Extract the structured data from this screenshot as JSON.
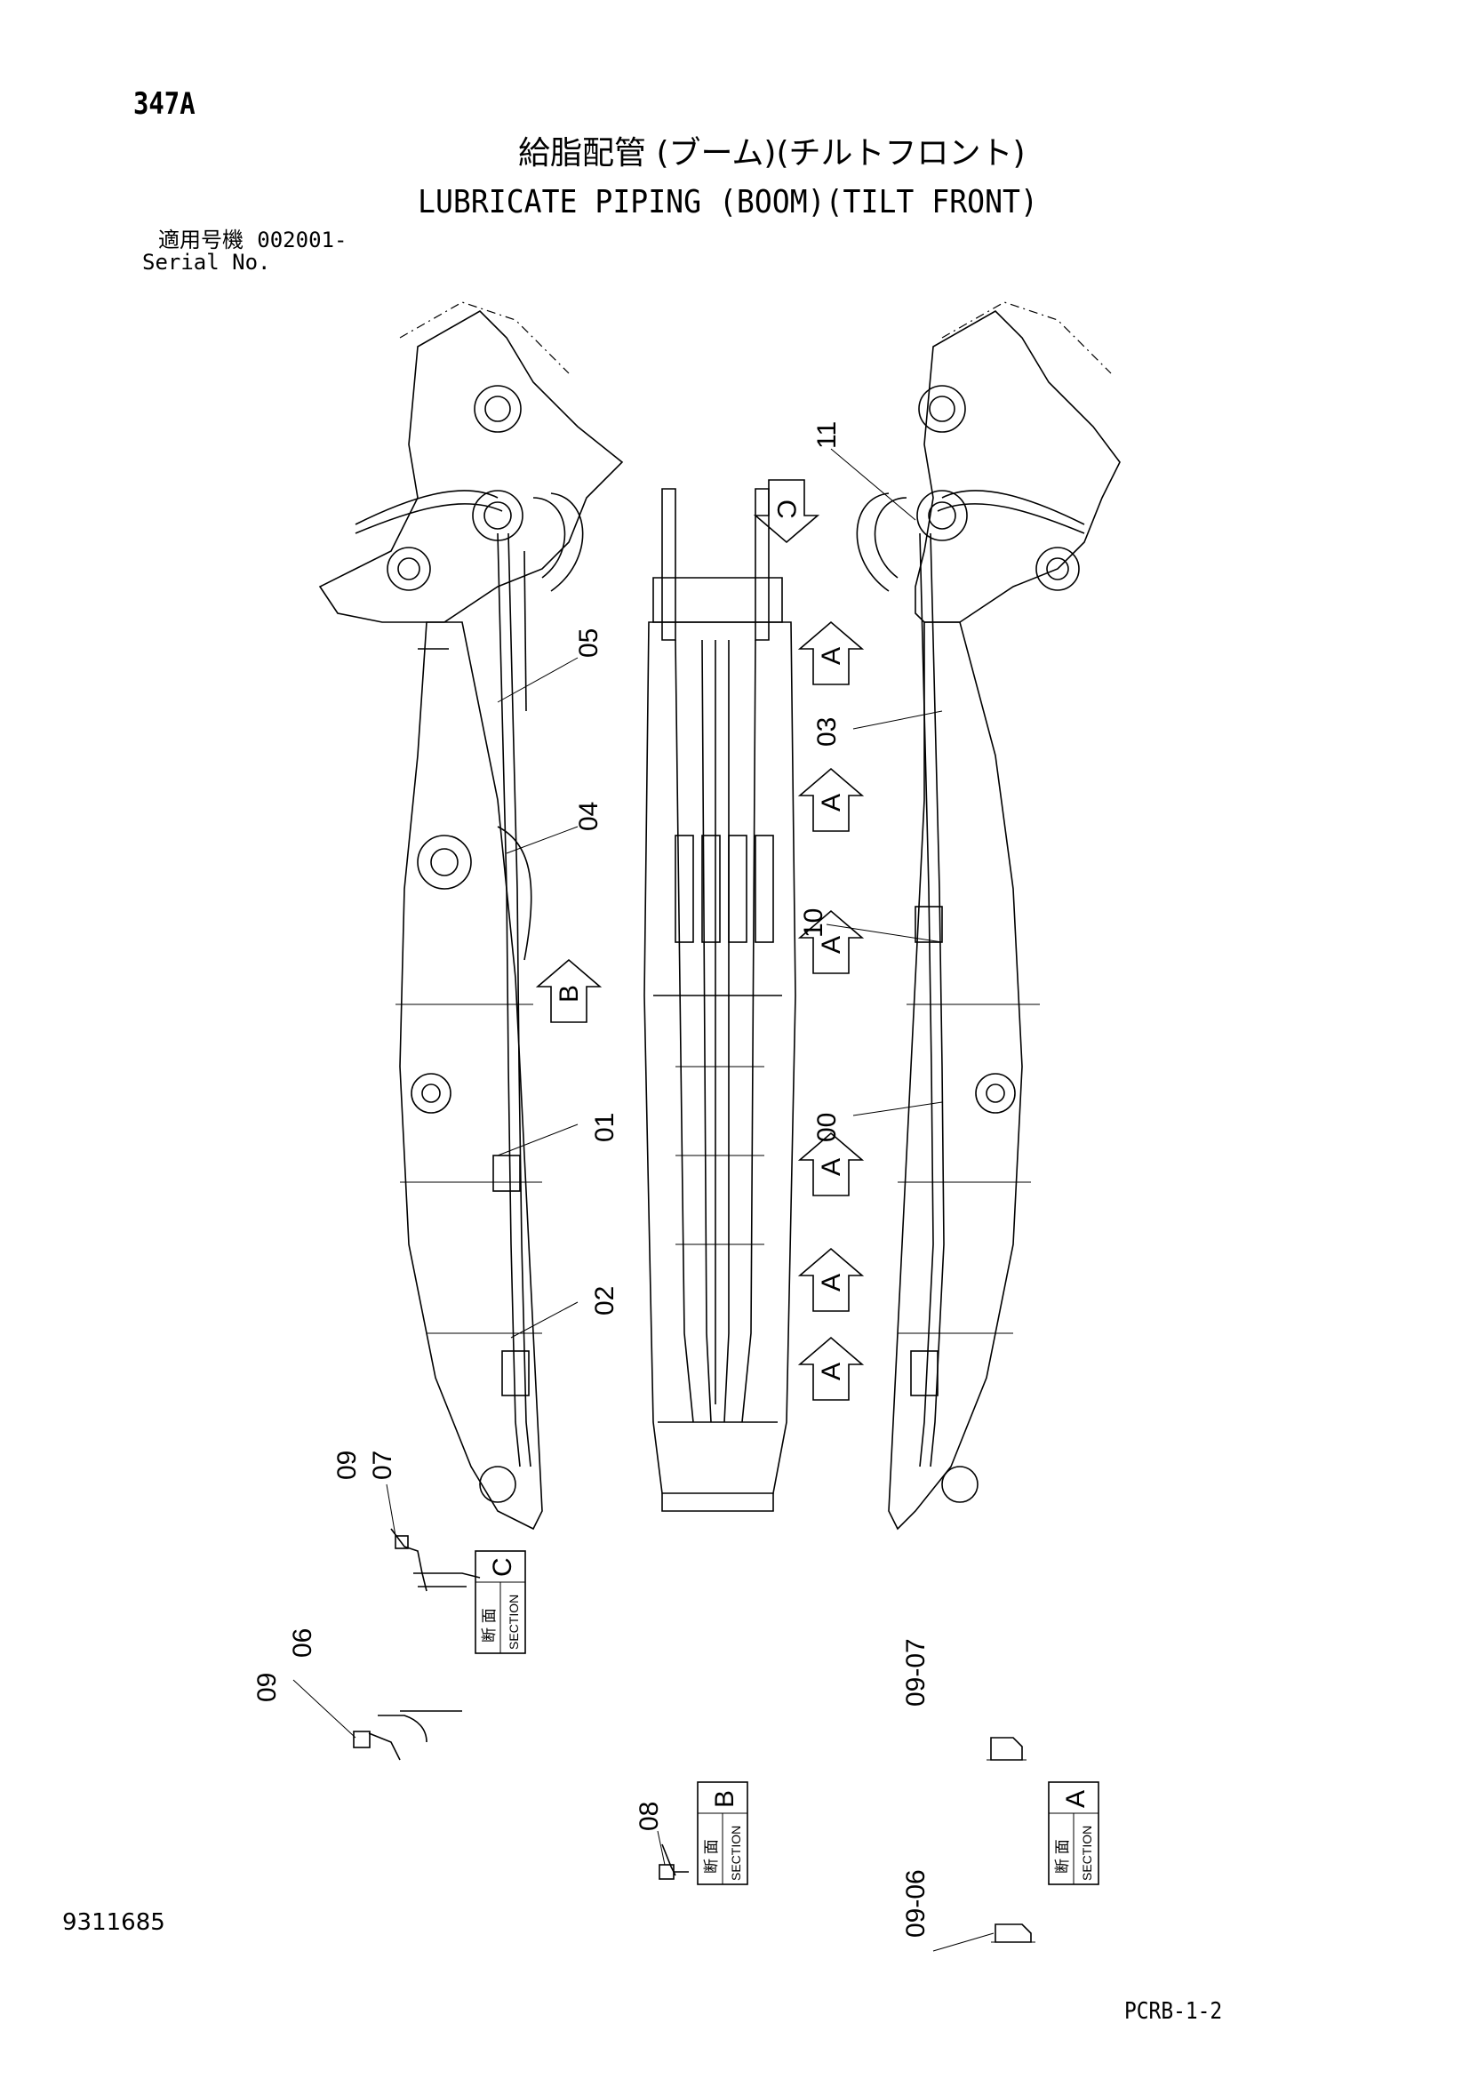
{
  "header": {
    "page_id": "347A",
    "title_jp": "給脂配管 (ブーム)(チルトフロント)",
    "title_en": "LUBRICATE PIPING (BOOM)(TILT FRONT)",
    "serial_label_jp": "適用号機",
    "serial_value": "002001-",
    "serial_label_en": "Serial No."
  },
  "footer": {
    "doc_number": "9311685",
    "page_ref": "PCRB-1-2"
  },
  "callouts": {
    "c00": "00",
    "c01": "01",
    "c02": "02",
    "c03": "03",
    "c04": "04",
    "c05": "05",
    "c06a": "06",
    "c07a": "07",
    "c08": "08",
    "c09a": "09",
    "c09b": "09",
    "c10": "10",
    "c11": "11",
    "c0907": "09-07",
    "c0906": "09-06"
  },
  "view_markers": {
    "a": "A",
    "b": "B",
    "c": "C"
  },
  "sections": {
    "jp_label": "断 面",
    "en_label": "SECTION",
    "a": "A",
    "b": "B",
    "c": "C"
  }
}
